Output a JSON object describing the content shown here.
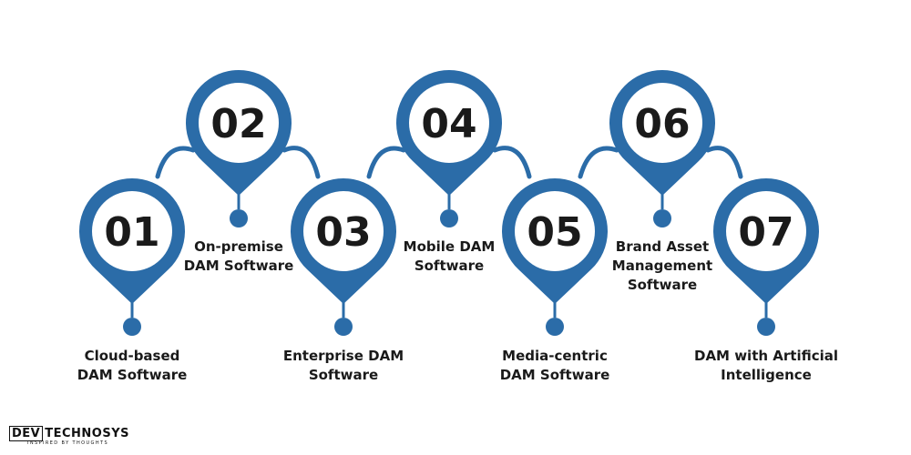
{
  "colors": {
    "primary": "#2b6ca8",
    "text": "#1a1a1a",
    "background": "#ffffff"
  },
  "logo": {
    "part1": "DEV",
    "part2": "TECHNOSYS",
    "tagline": "INSPIRED BY THOUGHTS"
  },
  "steps": [
    {
      "number": "01",
      "label_lines": [
        "Cloud-based",
        "DAM Software"
      ]
    },
    {
      "number": "02",
      "label_lines": [
        "On-premise",
        "DAM Software"
      ]
    },
    {
      "number": "03",
      "label_lines": [
        "Enterprise DAM",
        "Software"
      ]
    },
    {
      "number": "04",
      "label_lines": [
        "Mobile DAM",
        "Software"
      ]
    },
    {
      "number": "05",
      "label_lines": [
        "Media-centric",
        "DAM Software"
      ]
    },
    {
      "number": "06",
      "label_lines": [
        "Brand Asset",
        "Management",
        "Software"
      ]
    },
    {
      "number": "07",
      "label_lines": [
        "DAM with Artificial",
        "Intelligence"
      ]
    }
  ]
}
